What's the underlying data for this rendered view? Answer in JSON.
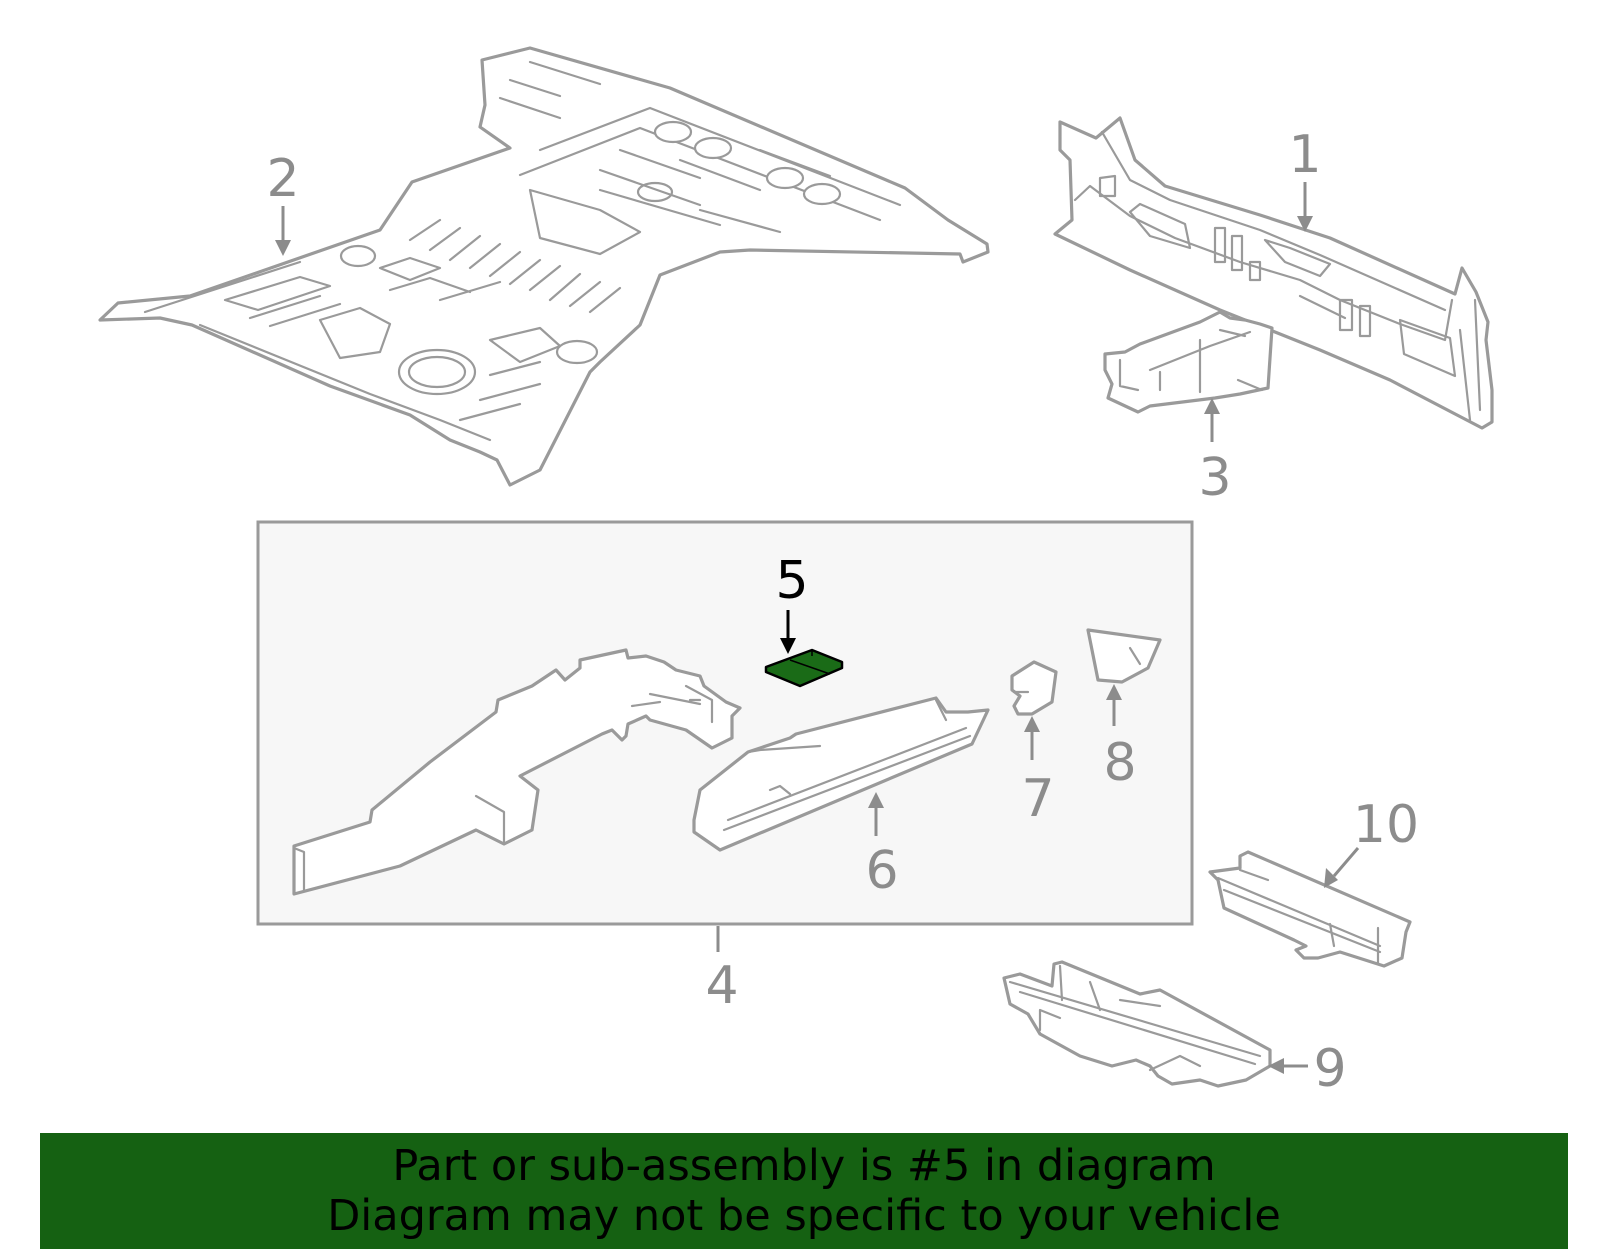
{
  "callouts": {
    "c1": "1",
    "c2": "2",
    "c3": "3",
    "c4": "4",
    "c5": "5",
    "c6": "6",
    "c7": "7",
    "c8": "8",
    "c9": "9",
    "c10": "10"
  },
  "highlight_part": "5",
  "colors": {
    "part_stroke": "#9a9a9a",
    "highlight_fill": "#1a6b17",
    "subassembly_box": "#f7f7f7",
    "banner_bg": "#156112",
    "banner_text": "#000000"
  },
  "banner": {
    "line1": "Part or sub-assembly is #5 in diagram",
    "line2": "Diagram may not be specific to your vehicle"
  }
}
